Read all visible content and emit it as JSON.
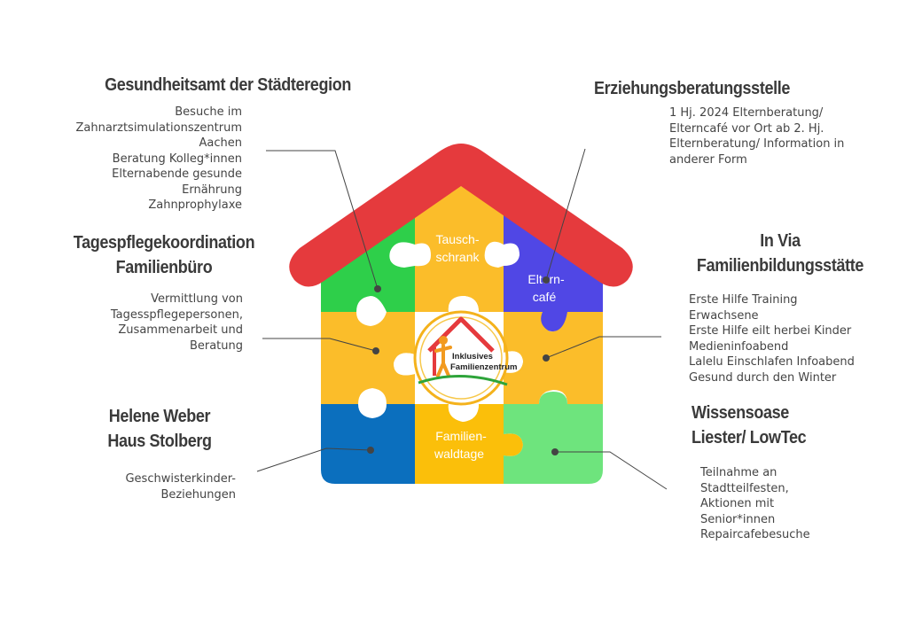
{
  "center_logo": {
    "line1": "Inklusives",
    "line2": "Familienzentrum"
  },
  "puzzle_pieces": {
    "top_middle": [
      "Tausch-",
      "schrank"
    ],
    "top_right": [
      "Eltern-",
      "café"
    ],
    "bottom_middle": [
      "Familien-",
      "waldtage"
    ]
  },
  "partners": {
    "gesundheitsamt": {
      "title": "Gesundheitsamt der Städteregion",
      "lines": [
        "Besuche im",
        "Zahnarztsimulationszentrum",
        "Aachen",
        "Beratung Kolleg*innen",
        "Elternabende gesunde",
        "Ernährung",
        "Zahnprophylaxe"
      ]
    },
    "tagespflege": {
      "title_lines": [
        "Tagespflegekoordination",
        "Familienbüro"
      ],
      "lines": [
        "Vermittlung von",
        "Tagesspflegepersonen,",
        "Zusammenarbeit und",
        "Beratung"
      ]
    },
    "helene": {
      "title_lines": [
        "Helene Weber",
        "Haus Stolberg"
      ],
      "lines": [
        "Geschwisterkinder-",
        "Beziehungen"
      ]
    },
    "erziehung": {
      "title": "Erziehungsberatungsstelle",
      "lines": [
        "1 Hj. 2024 Elternberatung/",
        "Elterncafé vor Ort ab 2. Hj.",
        "Elternberatung/ Information in",
        "anderer Form"
      ]
    },
    "invia": {
      "title_lines": [
        "In Via",
        "Familienbildungsstätte"
      ],
      "lines": [
        "Erste Hilfe Training",
        "Erwachsene",
        "Erste Hilfe eilt herbei Kinder",
        "Medieninfoabend",
        "Lalelu Einschlafen Infoabend",
        "Gesund durch den Winter"
      ]
    },
    "wissensoase": {
      "title_lines": [
        "Wissensoase",
        "Liester/ LowTec"
      ],
      "lines": [
        "Teilnahme an",
        "Stadtteilfesten,",
        "Aktionen mit",
        "Senior*innen",
        "Repaircafebesuche"
      ]
    }
  },
  "colors": {
    "roof": "#e53a3d",
    "green": "#2ecf4a",
    "yellow": "#fbbd2a",
    "purple": "#5047e5",
    "blue": "#0b6fbe",
    "gold": "#fbbf0a",
    "light_green": "#6ee47d",
    "connector": "#444444"
  }
}
